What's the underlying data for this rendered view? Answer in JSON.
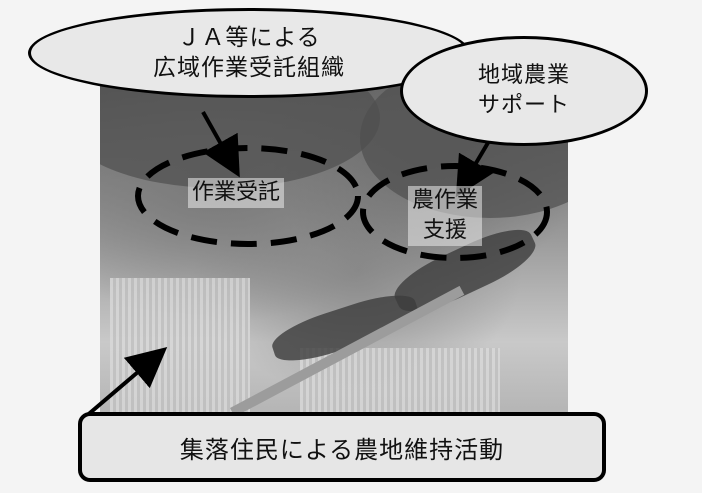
{
  "bubbles": {
    "ja": {
      "line1": "ＪＡ等による",
      "line2": "広域作業受託組織"
    },
    "support": {
      "line1": "地域農業",
      "line2": "サポート"
    }
  },
  "dashed": {
    "contract": {
      "label": "作業受託"
    },
    "farm_support": {
      "line1": "農作業",
      "line2": "支援"
    }
  },
  "footer": {
    "label": "集落住民による農地維持活動"
  }
}
